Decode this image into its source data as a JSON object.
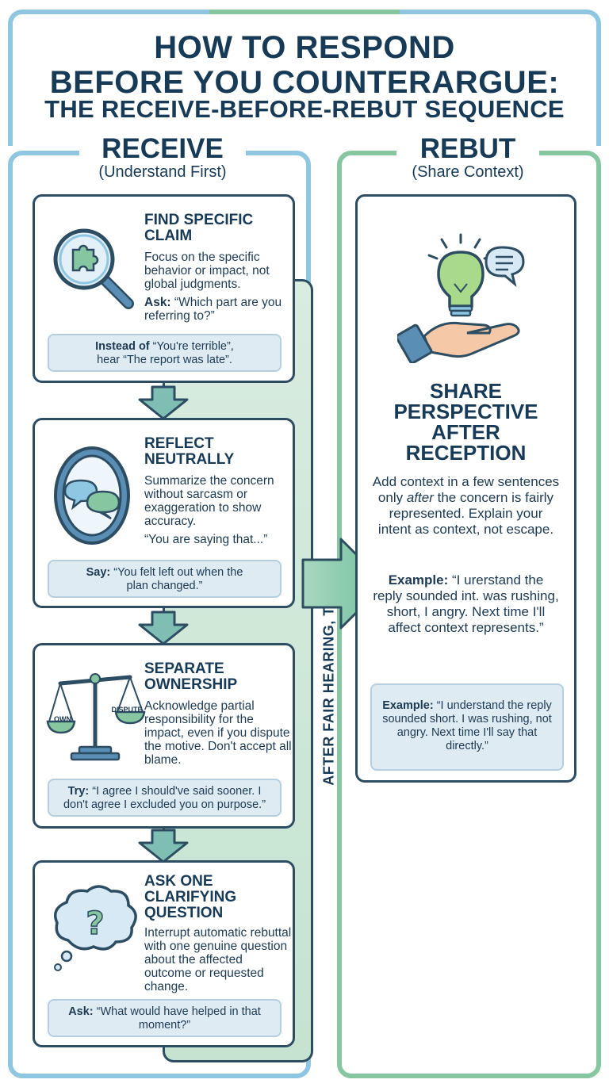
{
  "title": {
    "line1": "HOW TO RESPOND",
    "line2": "BEFORE YOU COUNTERARGUE:",
    "line3": "THE RECEIVE-BEFORE-REBUT SEQUENCE"
  },
  "receive": {
    "heading": "RECEIVE",
    "subheading": "(Understand First)",
    "steps": [
      {
        "icon": "magnifier-puzzle-icon",
        "title_line1": "FIND SPECIFIC",
        "title_line2": "CLAIM",
        "body": "Focus on the specific behavior or impact, not global judgments.",
        "ask_label": "Ask:",
        "ask_text": "“Which part are you referring to?”",
        "tip_label": "Instead of",
        "tip_text1": "“You're terrible”,",
        "tip_text2": "hear “The report was late”."
      },
      {
        "icon": "mirror-speech-icon",
        "title_line1": "REFLECT",
        "title_line2": "NEUTRALLY",
        "body": "Summarize the concern without sarcasm or exaggeration to show accuracy.",
        "quote": "“You are saying that...”",
        "tip_label": "Say:",
        "tip_text1": "“You felt left out when the",
        "tip_text2": "plan changed.”"
      },
      {
        "icon": "scale-icon",
        "title_line1": "SEPARATE",
        "title_line2": "OWNERSHIP",
        "scale_left": "OWN",
        "scale_right": "DISPUTE",
        "body": "Acknowledge partial responsibility for the impact, even if you dispute the motive. Don't accept all blame.",
        "tip_label": "Try:",
        "tip_text1": "“I agree I should've said sooner. I",
        "tip_text2": "don't agree I excluded you on purpose.”"
      },
      {
        "icon": "thought-question-icon",
        "title_line1": "ASK ONE",
        "title_line2": "CLARIFYING",
        "title_line3": "QUESTION",
        "body": "Interrupt automatic rebuttal with one genuine question about the affected outcome or requested change.",
        "tip_label": "Ask:",
        "tip_text1": "“What would have helped in that",
        "tip_text2": "moment?”"
      }
    ]
  },
  "transition": "AFTER FAIR HEARING, THEN...",
  "rebut": {
    "heading": "REBUT",
    "subheading": "(Share Context)",
    "icon": "hand-lightbulb-icon",
    "title_lines": [
      "SHARE",
      "PERSPECTIVE",
      "AFTER",
      "RECEPTION"
    ],
    "body_before": "Add context in a few sentences only ",
    "body_em": "after",
    "body_after": " the concern is fairly represented. Explain your intent as context, not escape.",
    "example1_label": "Example:",
    "example1_text": "“I urerstand the reply sounded int. was rushing, short, I angry. Next time I'll affect context represents.”",
    "example2_label": "Example:",
    "example2_text": "“I understand the reply sounded short. I was rushing, not angry. Next time I'll say that directly.”"
  },
  "colors": {
    "navy": "#173a57",
    "blue_frame": "#8fc6e2",
    "green_frame": "#86c7a1",
    "ribbon": "#c5e3d0",
    "tip_bg": "#dfebf3"
  }
}
